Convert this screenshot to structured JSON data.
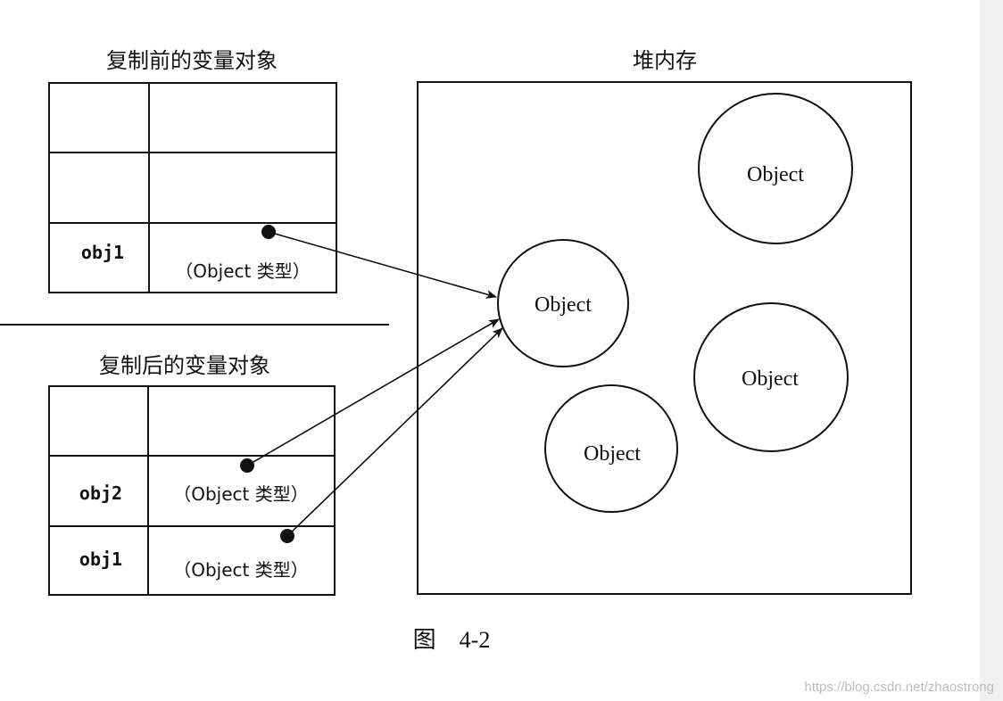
{
  "before": {
    "title": "复制前的变量对象",
    "rows": [
      {
        "name": "",
        "type": ""
      },
      {
        "name": "",
        "type": ""
      },
      {
        "name": "obj1",
        "type": "（Object 类型）"
      }
    ]
  },
  "after": {
    "title": "复制后的变量对象",
    "rows": [
      {
        "name": "",
        "type": ""
      },
      {
        "name": "obj2",
        "type": "（Object 类型）"
      },
      {
        "name": "obj1",
        "type": "（Object 类型）"
      }
    ]
  },
  "heap": {
    "title": "堆内存",
    "objects": [
      "Object",
      "Object",
      "Object",
      "Object"
    ]
  },
  "caption": "图　4-2",
  "watermark": "https://blog.csdn.net/zhaostrong"
}
